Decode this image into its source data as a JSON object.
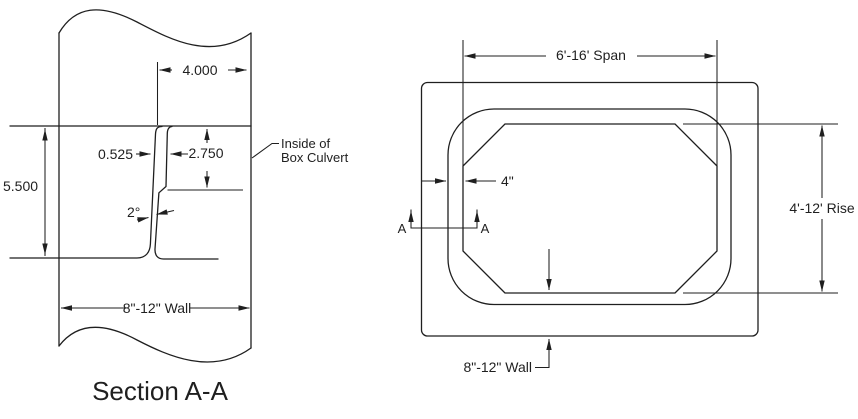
{
  "background": "#ffffff",
  "line_color": "#1f1f1f",
  "text_color": "#1f1f1f",
  "section_detail": {
    "title": "Section A-A",
    "end_width": "4.000",
    "joint_gap": "0.525",
    "joint_depth": "2.750",
    "overall_depth": "5.500",
    "taper_angle": "2°",
    "wall_range": "8\"-12\" Wall",
    "callout_line1": "Inside of",
    "callout_line2": "Box Culvert"
  },
  "cross_section": {
    "span_range": "6'-16' Span",
    "rise_range": "4'-12' Rise",
    "wall_range": "8\"-12\" Wall",
    "lip_width": "4\"",
    "cut_label_left": "A",
    "cut_label_right": "A"
  }
}
